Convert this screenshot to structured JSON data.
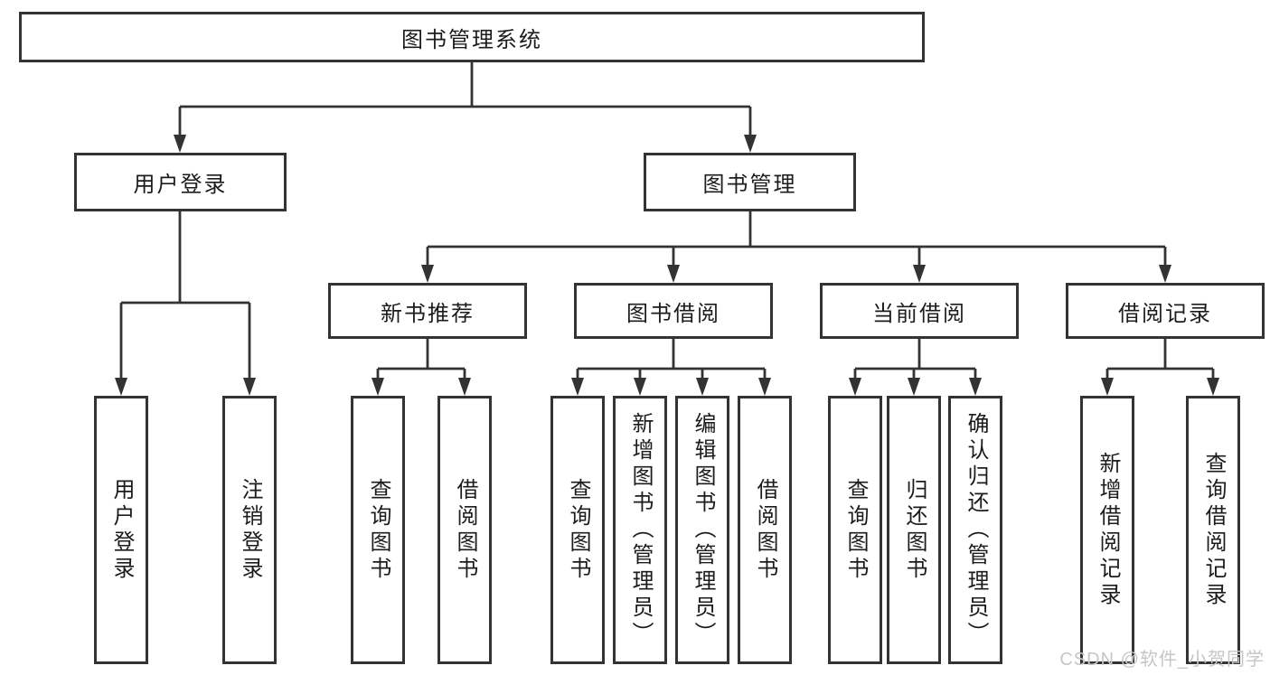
{
  "title": "图书管理系统",
  "colors": {
    "line": "#333333",
    "text": "#1c1c1c",
    "background": "#ffffff",
    "watermark": "#c6c6c6"
  },
  "tree": {
    "root": "图书管理系统",
    "branches": [
      {
        "label": "用户登录",
        "children": [
          {
            "label": "用户登录"
          },
          {
            "label": "注销登录"
          }
        ]
      },
      {
        "label": "图书管理",
        "children": [
          {
            "label": "新书推荐",
            "children": [
              {
                "label": "查询图书"
              },
              {
                "label": "借阅图书"
              }
            ]
          },
          {
            "label": "图书借阅",
            "children": [
              {
                "label": "查询图书"
              },
              {
                "label": "新增图书（管理员）"
              },
              {
                "label": "编辑图书（管理员）"
              },
              {
                "label": "借阅图书"
              }
            ]
          },
          {
            "label": "当前借阅",
            "children": [
              {
                "label": "查询图书"
              },
              {
                "label": "归还图书"
              },
              {
                "label": "确认归还（管理员）"
              }
            ]
          },
          {
            "label": "借阅记录",
            "children": [
              {
                "label": "新增借阅记录"
              },
              {
                "label": "查询借阅记录"
              }
            ]
          }
        ]
      }
    ]
  },
  "watermark": {
    "text": "CSDN @软件_小贺同学"
  }
}
